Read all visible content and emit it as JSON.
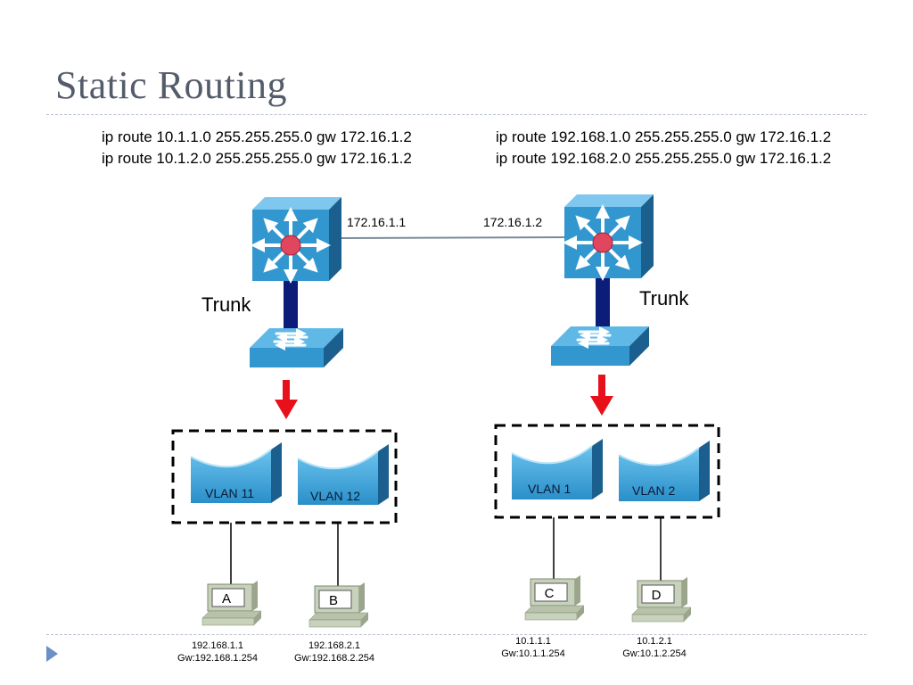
{
  "title": "Static Routing",
  "routes_left": [
    "ip route 10.1.1.0 255.255.255.0 gw 172.16.1.2",
    "ip route 10.1.2.0 255.255.255.0 gw 172.16.1.2"
  ],
  "routes_right": [
    "ip route 192.168.1.0 255.255.255.0 gw 172.16.1.2",
    "ip route 192.168.2.0 255.255.255.0 gw 172.16.1.2"
  ],
  "link": {
    "left_ip": "172.16.1.1",
    "right_ip": "172.16.1.2"
  },
  "trunk_left": "Trunk",
  "trunk_right": "Trunk",
  "vlans": {
    "left": [
      "VLAN 11",
      "VLAN 12"
    ],
    "right": [
      "VLAN 1",
      "VLAN 2"
    ]
  },
  "hosts": [
    {
      "name": "A",
      "ip": "192.168.1.1",
      "gw": "Gw:192.168.1.254"
    },
    {
      "name": "B",
      "ip": "192.168.2.1",
      "gw": "Gw:192.168.2.254"
    },
    {
      "name": "C",
      "ip": "10.1.1.1",
      "gw": "Gw:10.1.1.254"
    },
    {
      "name": "D",
      "ip": "10.1.2.1",
      "gw": "Gw:10.1.2.254"
    }
  ],
  "colors": {
    "device_blue": "#3397cf",
    "device_dark": "#1a5f8e",
    "trunk_navy": "#0b1d78",
    "arrow_red": "#e8111b",
    "router_center": "#e0465e",
    "link_gray": "#7a8a99"
  }
}
